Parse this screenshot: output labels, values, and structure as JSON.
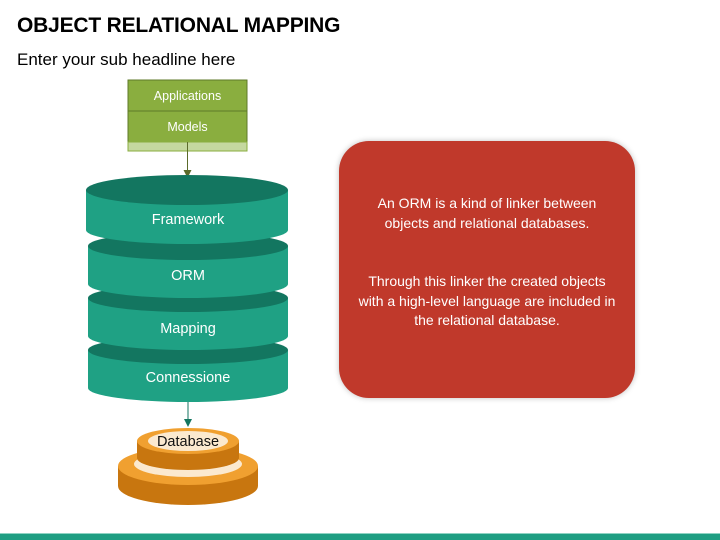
{
  "slide": {
    "title": "OBJECT RELATIONAL MAPPING",
    "subtitle": "Enter your sub headline here"
  },
  "diagram": {
    "top_box": {
      "items": [
        "Applications",
        "Models"
      ],
      "color": "#8aae3f",
      "light_color": "#c5d89f"
    },
    "stack_layers": [
      {
        "label": "Framework"
      },
      {
        "label": "ORM"
      },
      {
        "label": "Mapping"
      },
      {
        "label": "Connessione"
      }
    ],
    "stack_colors": {
      "side": "#1fa184",
      "top": "#137660"
    },
    "database": {
      "label": "Database",
      "colors": {
        "main": "#f0a030",
        "dark": "#c8760f",
        "cream": "#fbe9cf"
      }
    }
  },
  "info_card": {
    "paragraphs": [
      "An ORM is a kind of linker between objects and relational databases.",
      "Through this linker the created objects with a high-level language are included in the relational database."
    ],
    "color": "#c0392b"
  },
  "footer": {
    "color": "#1f9e82"
  }
}
